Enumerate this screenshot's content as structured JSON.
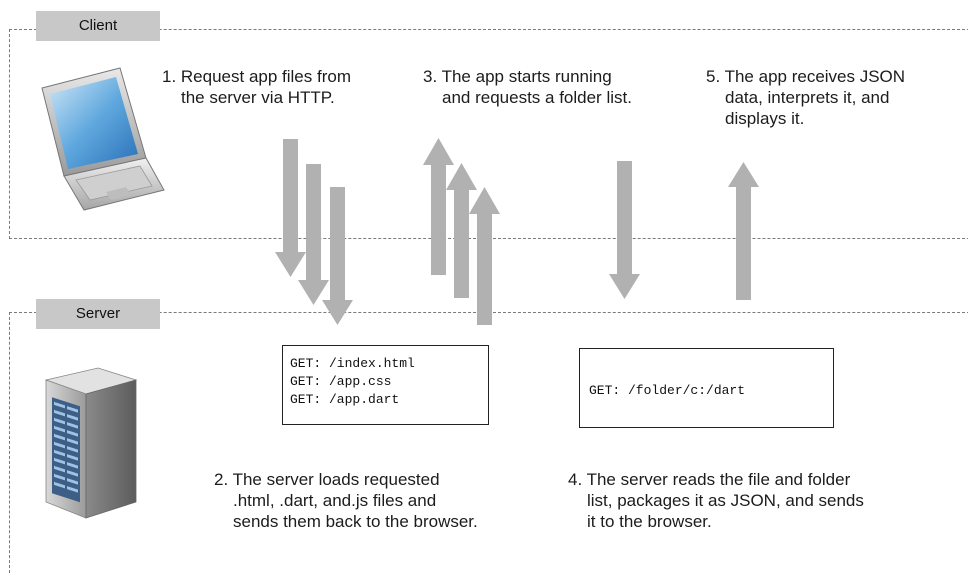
{
  "regions": {
    "client_label": "Client",
    "server_label": "Server"
  },
  "steps": [
    {
      "lines": [
        "1. Request app files from",
        "the server via HTTP."
      ]
    },
    {
      "lines": [
        "3. The app starts running",
        "and requests a folder list."
      ]
    },
    {
      "lines": [
        "5. The app receives JSON",
        "data, interprets it, and",
        "displays it."
      ]
    },
    {
      "lines": [
        "2. The server loads requested",
        ".html, .dart, and.js files and",
        "sends them back to the browser."
      ]
    },
    {
      "lines": [
        "4. The server reads the file and folder",
        "list, packages it as JSON, and sends",
        "it to the browser."
      ]
    }
  ],
  "requests_box": {
    "lines": [
      "GET: /index.html",
      "GET: /app.css",
      "GET: /app.dart"
    ]
  },
  "folder_box": {
    "lines": [
      "GET: /folder/c:/dart"
    ]
  },
  "icons": {
    "client": "laptop-icon",
    "server": "server-tower-icon"
  },
  "colors": {
    "arrow": "#b1b1b1",
    "tab": "#c8c8c8",
    "border": "#7a7a7a"
  }
}
